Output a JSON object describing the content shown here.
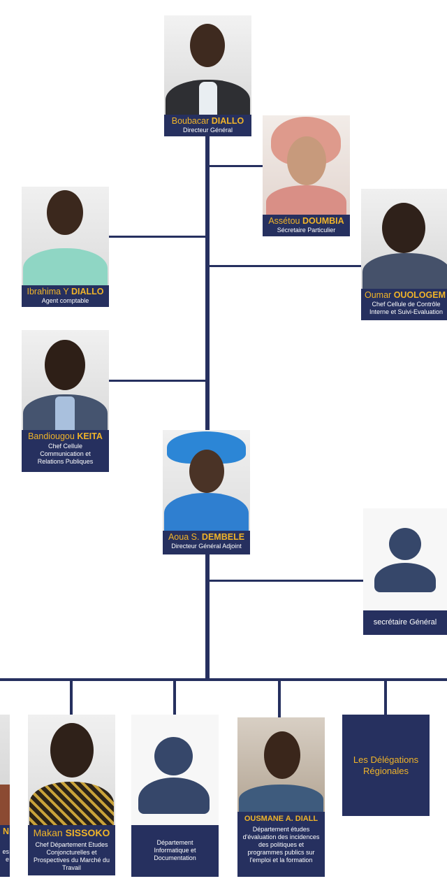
{
  "cards": {
    "dg": {
      "first": "Boubacar",
      "last": "DIALLO",
      "role": "Directeur Général"
    },
    "sp": {
      "first": "Assétou",
      "last": "DOUMBIA",
      "role": "Sécretaire Particulier"
    },
    "ac": {
      "first": "Ibrahima Y",
      "last": "DIALLO",
      "role": "Agent comptable"
    },
    "cc": {
      "first": "Oumar",
      "last": "OUOLOGEM",
      "role": "Chef Cellule de Contrôle Interne et Suivi-Evaluation"
    },
    "com": {
      "first": "Bandiougou",
      "last": "KEITA",
      "role": "Chef Cellule Communication et Relations Publiques"
    },
    "dga": {
      "first": "Aoua S.",
      "last": "DEMBELE",
      "role": "Directeur Général Adjoint"
    },
    "sg": {
      "role": "secrétaire Général"
    },
    "left_cut": {
      "last": "N",
      "role": "es e"
    },
    "ms": {
      "first": "Makan",
      "last": "SISSOKO",
      "role": "Chef Département Etudes Conjoncturelles et Prospectives du Marché du Travail"
    },
    "di": {
      "role": "Département Informatique et Documentation"
    },
    "ou": {
      "first": "",
      "last": "OUSMANE A. DIALL",
      "role": "Département études d'évaluation des incidences des politiques et programmes publics sur l'emploi et la formation"
    },
    "dr": {
      "role": "Les Délégations Régionales"
    }
  },
  "colors": {
    "navy": "#26305f",
    "gold": "#f0b429",
    "icon": "#36476a"
  }
}
